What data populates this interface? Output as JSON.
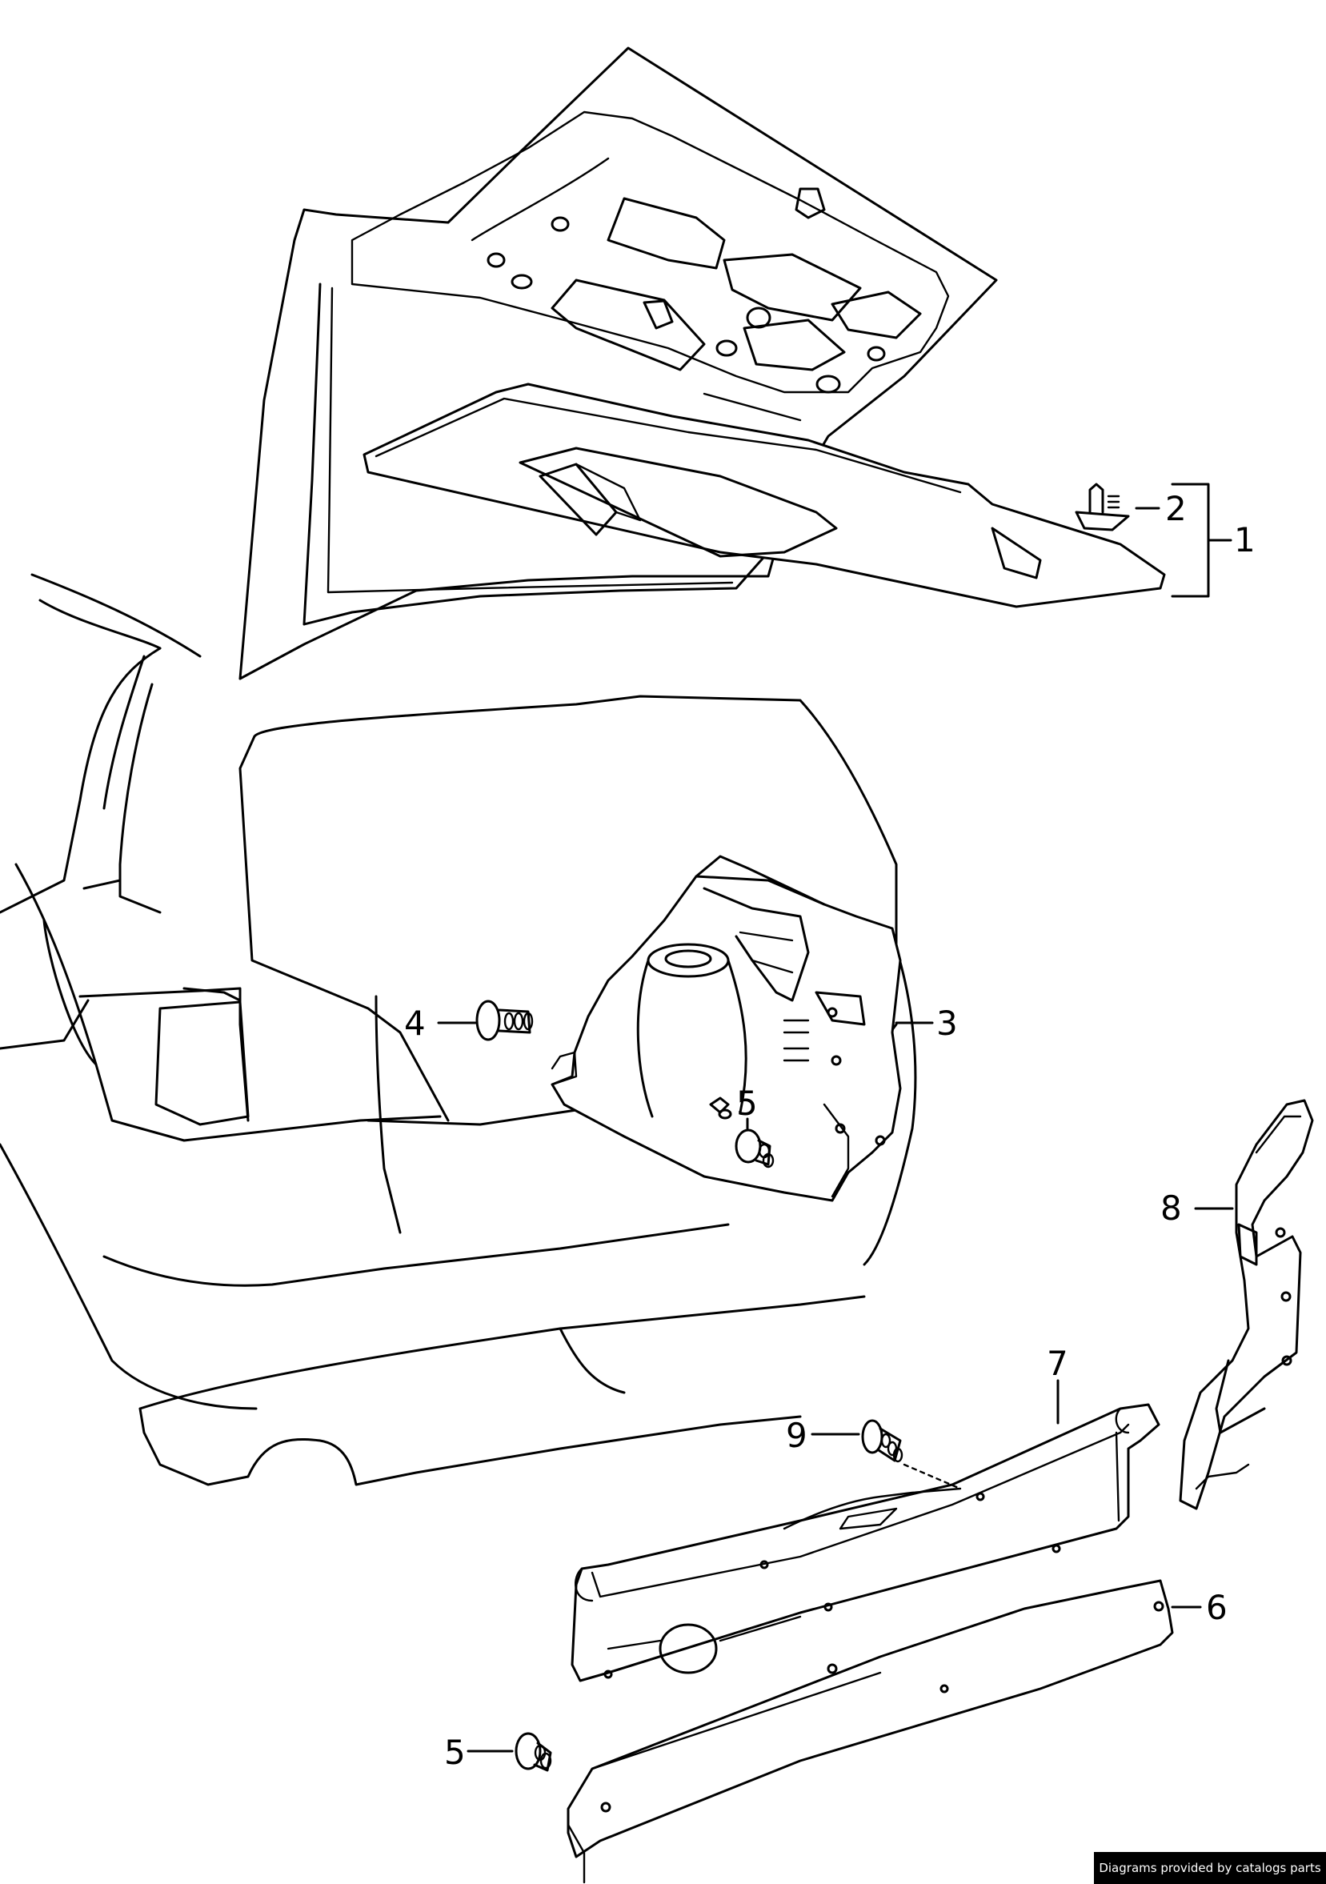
{
  "diagram": {
    "callouts": [
      {
        "id": "c1",
        "label": "1",
        "part": "tailgate-trim-panel-assembly"
      },
      {
        "id": "c2",
        "label": "2",
        "part": "trim-clip"
      },
      {
        "id": "c3",
        "label": "3",
        "part": "side-luggage-compartment-trim"
      },
      {
        "id": "c4",
        "label": "4",
        "part": "expanding-rivet"
      },
      {
        "id": "c5a",
        "label": "5",
        "part": "rivet-side-trim"
      },
      {
        "id": "c5b",
        "label": "5",
        "part": "rivet-lower-panel"
      },
      {
        "id": "c6",
        "label": "6",
        "part": "lock-carrier-lower-trim"
      },
      {
        "id": "c7",
        "label": "7",
        "part": "rear-panel-trim"
      },
      {
        "id": "c8",
        "label": "8",
        "part": "c-pillar-side-strip"
      },
      {
        "id": "c9",
        "label": "9",
        "part": "fastener-clip"
      }
    ]
  },
  "footer": {
    "credit": "Diagrams provided by catalogs parts"
  }
}
